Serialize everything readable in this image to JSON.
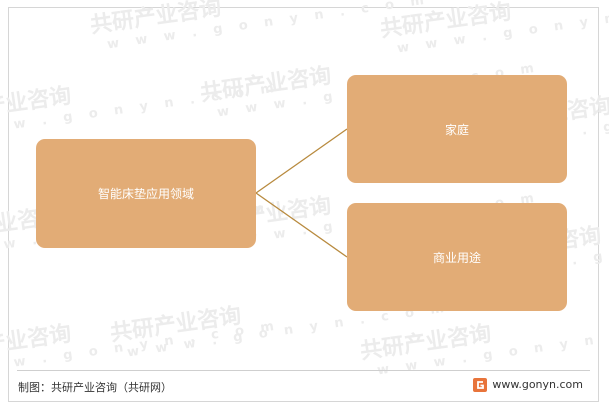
{
  "watermark": {
    "brand": "共研产业咨询",
    "domain": "w w w . g o n y n . c o m"
  },
  "diagram": {
    "root": {
      "label": "智能床垫应用领域"
    },
    "children": [
      {
        "label": "家庭"
      },
      {
        "label": "商业用途"
      }
    ],
    "colors": {
      "node_fill": "#e2ac76",
      "node_text": "#ffffff",
      "connector": "#b88a3e"
    }
  },
  "footer": {
    "source": "制图：共研产业咨询（共研网）",
    "url": "www.gonyn.com",
    "logo_icon": "gonyn-logo-icon",
    "logo_color": "#e8743b"
  }
}
